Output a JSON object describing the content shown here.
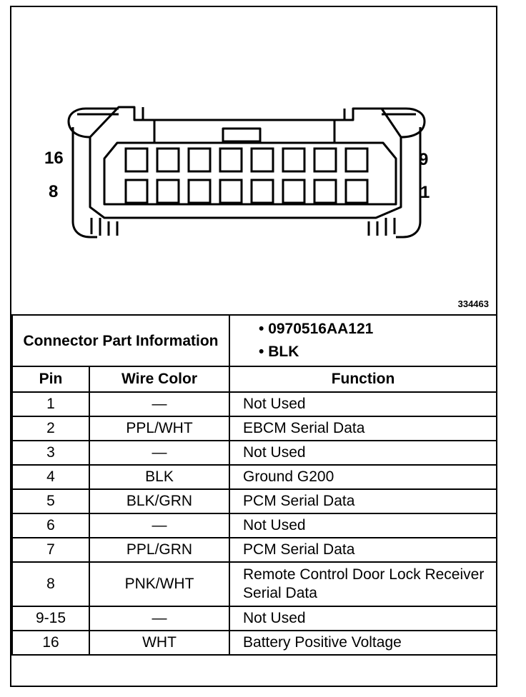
{
  "figure_number": "334463",
  "connector": {
    "pin_labels": {
      "top_left": "16",
      "bottom_left": "8",
      "top_right": "9",
      "bottom_right": "1"
    },
    "cavities_per_row": 8
  },
  "part_info": {
    "label": "Connector Part Information",
    "items": [
      "0970516AA121",
      "BLK"
    ]
  },
  "table": {
    "headers": {
      "pin": "Pin",
      "wire_color": "Wire Color",
      "function": "Function"
    },
    "rows": [
      {
        "pin": "1",
        "wire": "—",
        "func": "Not Used"
      },
      {
        "pin": "2",
        "wire": "PPL/WHT",
        "func": "EBCM Serial Data"
      },
      {
        "pin": "3",
        "wire": "—",
        "func": "Not Used"
      },
      {
        "pin": "4",
        "wire": "BLK",
        "func": "Ground G200"
      },
      {
        "pin": "5",
        "wire": "BLK/GRN",
        "func": "PCM Serial Data"
      },
      {
        "pin": "6",
        "wire": "—",
        "func": "Not Used"
      },
      {
        "pin": "7",
        "wire": "PPL/GRN",
        "func": "PCM Serial Data"
      },
      {
        "pin": "8",
        "wire": "PNK/WHT",
        "func": "Remote Control Door Lock Receiver Serial Data"
      },
      {
        "pin": "9-15",
        "wire": "—",
        "func": "Not Used"
      },
      {
        "pin": "16",
        "wire": "WHT",
        "func": "Battery Positive Voltage"
      }
    ]
  }
}
